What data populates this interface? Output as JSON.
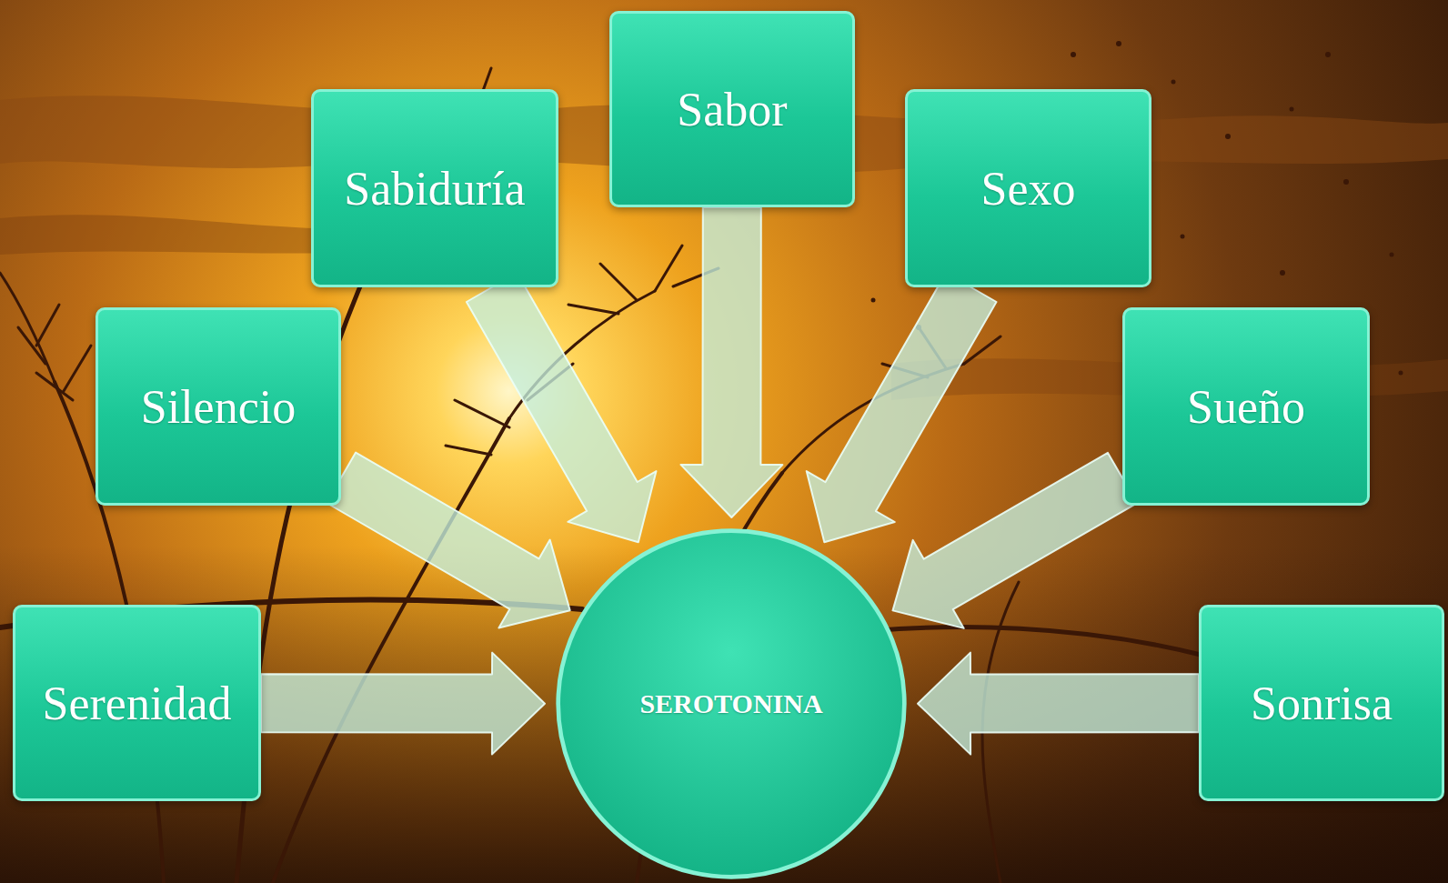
{
  "diagram": {
    "nodes": [
      {
        "text": [
          "Sabor"
        ]
      },
      {
        "text": [
          "Sabiduría"
        ]
      },
      {
        "text": [
          "Sexo"
        ]
      },
      {
        "text": [
          "Silencio"
        ]
      },
      {
        "text": [
          "Sueño"
        ]
      },
      {
        "text": [
          "Serenidad"
        ]
      },
      {
        "text": [
          "SEROTONINA"
        ]
      },
      {
        "text": [
          "Sonrisa"
        ]
      }
    ],
    "edges": [
      {
        "from": 0,
        "to": 6,
        "arrow": "to"
      },
      {
        "from": 1,
        "to": 6,
        "arrow": "to"
      },
      {
        "from": 2,
        "to": 6,
        "arrow": "to"
      },
      {
        "from": 3,
        "to": 6,
        "arrow": "to"
      },
      {
        "from": 4,
        "to": 6,
        "arrow": "to"
      },
      {
        "from": 5,
        "to": 6,
        "arrow": "to"
      },
      {
        "from": 7,
        "to": 6,
        "arrow": "to"
      }
    ]
  }
}
